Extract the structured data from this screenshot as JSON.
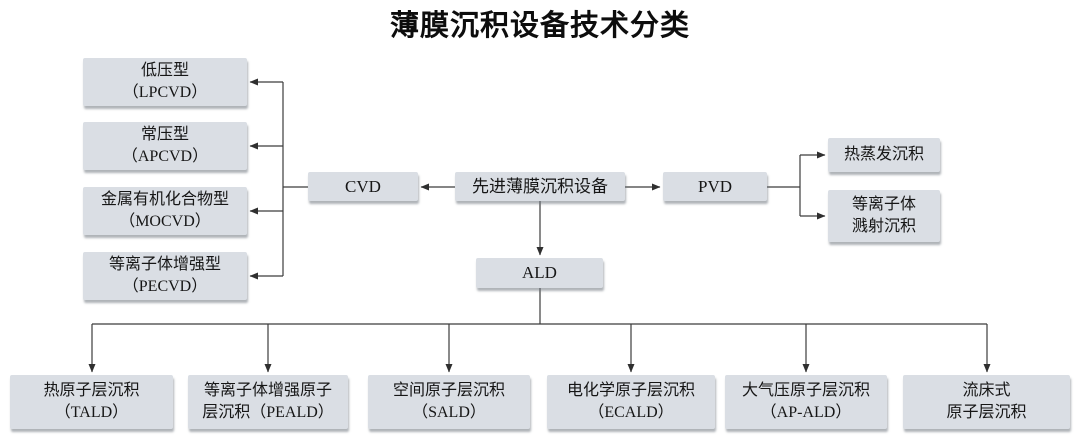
{
  "title": "薄膜沉积设备技术分类",
  "colors": {
    "box_fill": "#dadee4",
    "box_shadow": "#9aa0a8",
    "line": "#3c3c3c",
    "text": "#141414",
    "background": "#ffffff"
  },
  "root": {
    "label": "先进薄膜沉积设备"
  },
  "branches": {
    "cvd": {
      "label": "CVD",
      "children": [
        {
          "line1": "低压型",
          "line2": "（LPCVD）"
        },
        {
          "line1": "常压型",
          "line2": "（APCVD）"
        },
        {
          "line1": "金属有机化合物型",
          "line2": "（MOCVD）"
        },
        {
          "line1": "等离子体增强型",
          "line2": "（PECVD）"
        }
      ]
    },
    "pvd": {
      "label": "PVD",
      "children": [
        {
          "line1": "热蒸发沉积"
        },
        {
          "line1": "等离子体",
          "line2": "溅射沉积"
        }
      ]
    },
    "ald": {
      "label": "ALD",
      "children": [
        {
          "line1": "热原子层沉积",
          "line2": "（TALD）"
        },
        {
          "line1": "等离子体增强原子",
          "line2": "层沉积（PEALD）"
        },
        {
          "line1": "空间原子层沉积",
          "line2": "（SALD）"
        },
        {
          "line1": "电化学原子层沉积",
          "line2": "（ECALD）"
        },
        {
          "line1": "大气压原子层沉积",
          "line2": "（AP-ALD）"
        },
        {
          "line1": "流床式",
          "line2": "原子层沉积"
        }
      ]
    }
  }
}
